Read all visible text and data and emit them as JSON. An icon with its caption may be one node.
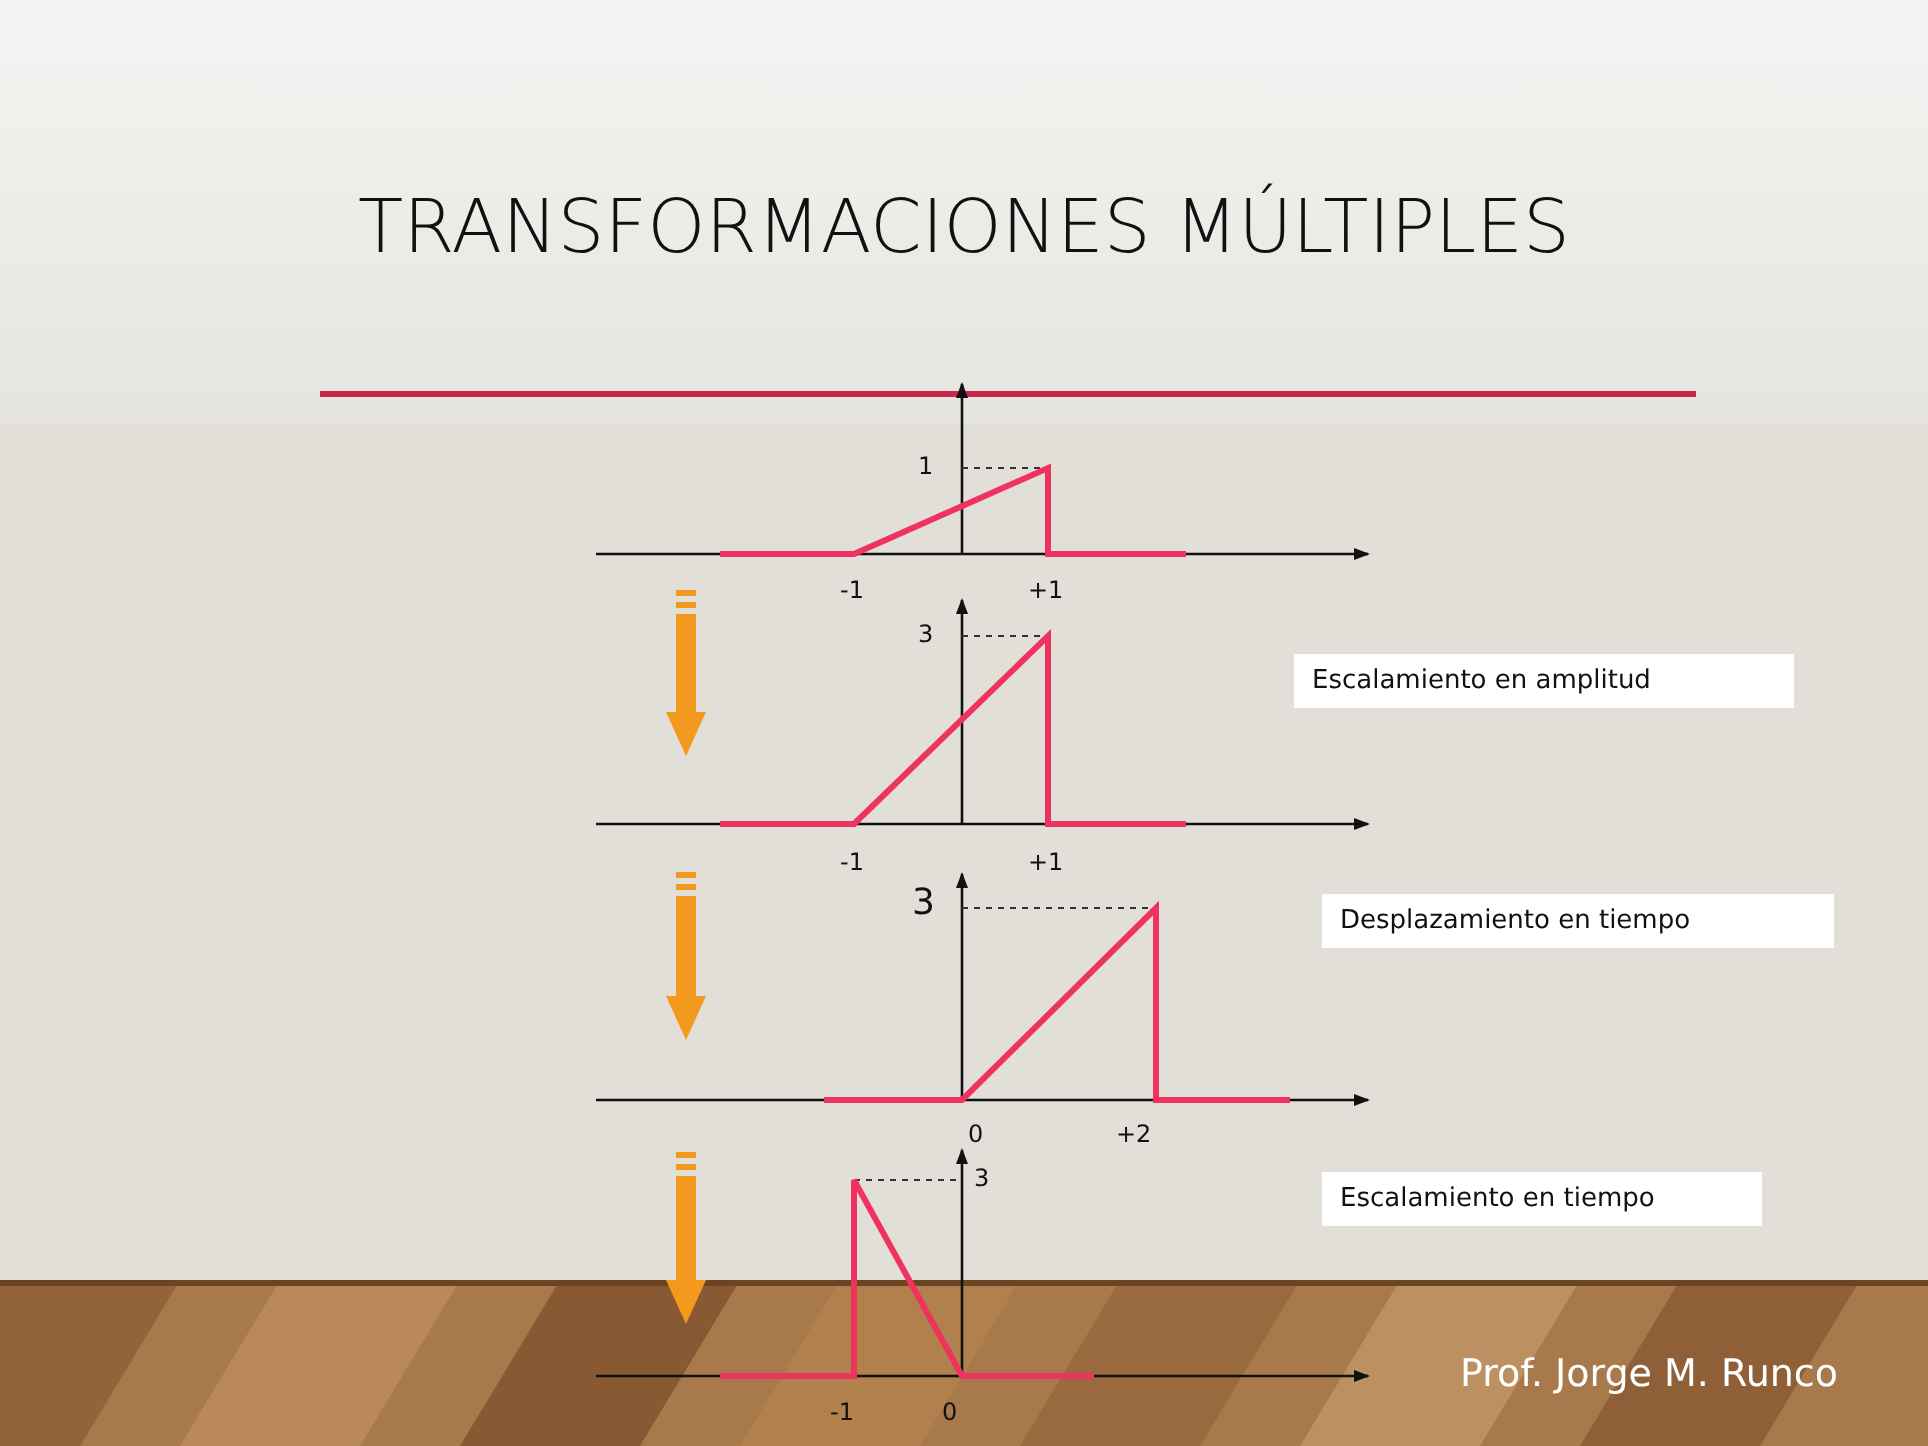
{
  "diagram": {
    "title": "TRANSFORMACIONES MÚLTIPLES",
    "nodes": [
      {
        "text": [
          "Escalamiento en amplitud"
        ]
      },
      {
        "text": [
          "Desplazamiento en tiempo"
        ]
      },
      {
        "text": [
          "Escalamiento en tiempo"
        ]
      }
    ],
    "labels": [
      "1",
      "-1",
      "+1",
      "3",
      "-1",
      "+1",
      "3",
      "0",
      "+2",
      "3",
      "-1",
      "0",
      "Prof. Jorge M. Runco"
    ]
  }
}
